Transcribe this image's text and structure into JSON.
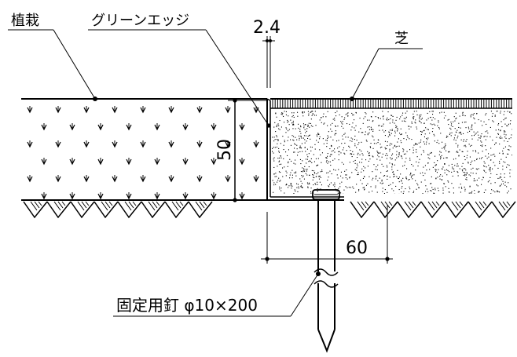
{
  "labels": {
    "planting": "植栽",
    "green_edge": "グリーンエッジ",
    "turf": "芝",
    "fixing_nail": "固定用釘 φ10×200"
  },
  "dimensions": {
    "edge_thickness": "2.4",
    "depth": "50",
    "nail_offset": "60"
  },
  "colors": {
    "line": "#000000",
    "background": "#ffffff"
  }
}
